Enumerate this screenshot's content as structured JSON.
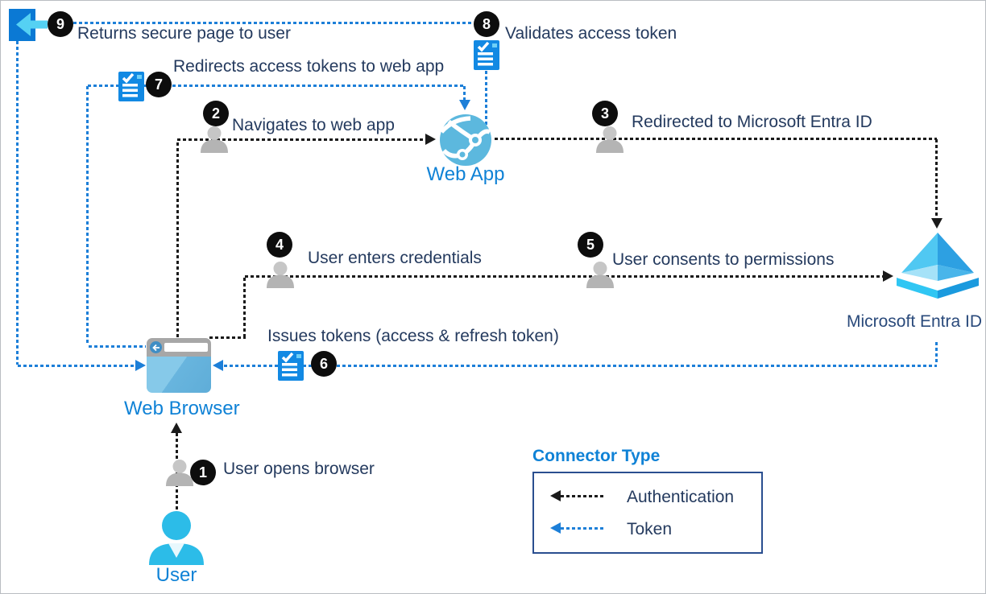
{
  "diagram": {
    "type": "authentication-flow",
    "entities": {
      "user": {
        "label": "User",
        "icon": "user-person-icon"
      },
      "web_browser": {
        "label": "Web Browser",
        "icon": "browser-window-icon"
      },
      "web_app": {
        "label": "Web App",
        "icon": "globe-app-icon"
      },
      "entra": {
        "label": "Microsoft Entra ID",
        "icon": "entra-pyramid-icon"
      }
    },
    "steps": [
      {
        "num": "1",
        "label": "User opens browser"
      },
      {
        "num": "2",
        "label": "Navigates to web app"
      },
      {
        "num": "3",
        "label": "Redirected to Microsoft Entra ID"
      },
      {
        "num": "4",
        "label": "User enters credentials"
      },
      {
        "num": "5",
        "label": "User consents to permissions"
      },
      {
        "num": "6",
        "label": "Issues tokens (access & refresh token)"
      },
      {
        "num": "7",
        "label": "Redirects access tokens to web app"
      },
      {
        "num": "8",
        "label": "Validates access token"
      },
      {
        "num": "9",
        "label": "Returns secure page to user"
      }
    ],
    "legend": {
      "title": "Connector Type",
      "items": [
        {
          "label": "Authentication",
          "style": "black-dotted-arrow"
        },
        {
          "label": "Token",
          "style": "blue-dotted-arrow"
        }
      ]
    },
    "icons": {
      "token-icon": "blue checklist document with white checkmark",
      "secure-page-icon": "blue page with cyan back arrow",
      "person-icon": "gray person silhouette",
      "user-person-icon": "cyan person silhouette",
      "browser-window-icon": "blue browser window with gray toolbar",
      "globe-app-icon": "light blue globe with white network nodes",
      "entra-pyramid-icon": "blue isometric pyramid"
    },
    "colors": {
      "annotation_text": "#243a5e",
      "entity_label": "#0f82d6",
      "entra_label": "#2a4a7b",
      "authentication_line": "#1a1a1a",
      "token_line": "#1d7fd8",
      "badge_bg": "#0d0d0d",
      "badge_text": "#ffffff",
      "token_icon_bg": "#1289e3",
      "legend_border": "#2a4e8f"
    }
  }
}
